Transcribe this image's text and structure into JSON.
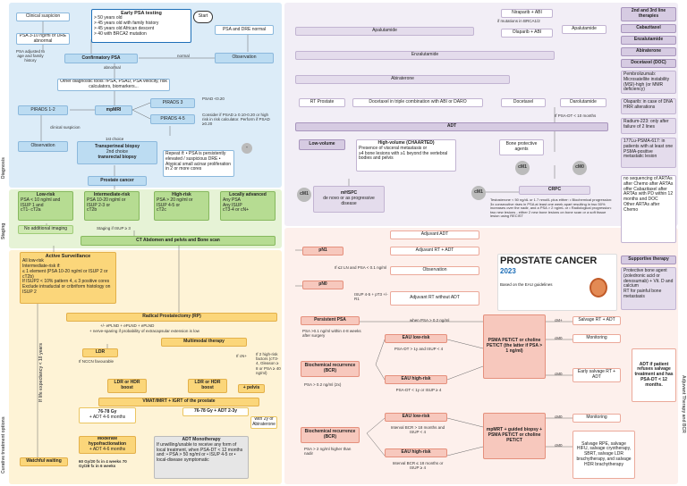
{
  "diagnosis": {
    "section_label": "Diagnosis",
    "clinical_suspicion": "Clinical suspicion",
    "psa_abnormal": "PSA 3-10 ng/ml or DRE abnormal",
    "psa_adjusted": "PSA adjusted to age and family history",
    "early_title": "Early PSA testing",
    "early_items": [
      "> 50 years old",
      "> 45 years old with family history",
      "> 45 years old African descent",
      "> 40 with BRCA2 mutation"
    ],
    "start": "Start",
    "psa_dre_normal": "PSA and DRE normal",
    "confirmatory": "Confirmatory PSA",
    "normal": "normal",
    "abnormal": "abnormal",
    "observation": "Observation",
    "other_tools": "Other diagnostic tools: fPSA, PSAD, PSA velocity, risk calculators, biomarkers...",
    "mpmri": "mpMRI",
    "pirads3": "PIRADS 3",
    "pirads45": "PIRADS 4-5",
    "pirads12": "PIRADS 1-2",
    "psad": "PSAD <0.20",
    "consider": "Consider if PSAD ≥ 0.10-0.20 or high risk in risk calculator. Perform if PSAD ≥0.20",
    "clinical_suspicion2": "clinical suspicion",
    "observation2": "Observation",
    "first_choice": "1st choice",
    "biopsy_title": "Transperineal biopsy",
    "second_choice": "2nd choice",
    "transrectal": "transrectal biopsy",
    "repeat": "Repeat if: • PSA is persistently elevated / suspicious DRE • Atypical small acinar proliferation in 2 or more cores",
    "minus": "-",
    "prostate_cancer": "Prostate cancer"
  },
  "staging": {
    "section_label": "Staging",
    "low_title": "Low-risk",
    "low_items": [
      "PSA < 10 ng/ml and",
      "ISUP 1 and",
      "cT1- cT2a"
    ],
    "int_title": "Intermediate-risk",
    "int_items": [
      "PSA 10-20 ng/ml or",
      "ISUP 2-3 or",
      "cT2b"
    ],
    "high_title": "High-risk",
    "high_items": [
      "PSA > 20 ng/ml or",
      "ISUP 4-5 or",
      "cT2c"
    ],
    "loc_title": "Locally advanced",
    "loc_items": [
      "Any PSA",
      "Any ISUP",
      "cT3-4 or cN+"
    ],
    "no_imaging": "No additional imaging",
    "staging_if": "Staging if ISUP ≥ 3",
    "ct": "CT Abdomen and pelvis and Bone scan"
  },
  "curative": {
    "section_label": "Curative treatment options",
    "life_exp": "If life expectancy < 10 years",
    "as_title": "Active Surveillance",
    "as_items": [
      "All low-risk",
      "Intermediate-risk if:",
      "≤ 1 element (PSA 10-20 ng/ml or ISUP 2 or cT2b)",
      "If ISUP2 < 10% pattern 4, ≤ 3 positive cores",
      "Exclude intraductal or cribriform histology on ISUP 2"
    ],
    "rp": "Radical Prostatectomy (RP)",
    "rp_sub": "+/- ePLND          + ePLND          + ePLND",
    "rp_sub2": "+ nerve-sparing if probability of extracapsular extension is low",
    "multimodal": "Multimodal therapy",
    "ldr": "LDR",
    "ldr_if": "If NCCN favourable",
    "or": "or",
    "ldr_hdr1": "LDR or HDR boost",
    "ldr_hdr2": "LDR or HDR boost",
    "pelvis": "+ pelvis",
    "n_plus": "If cN+",
    "ebrt_note": "If 2 high-risk factors (cT3-4, Gleason ≥ 8 or PSA ≥ 40 ng/ml)",
    "vmat": "VMAT/IMRT + IGRT of the prostate",
    "dose1": "76-78 Gy",
    "dose1_adt": "+ ADT 4-6 months",
    "dose2": "76-78 Gy + ADT 2-3y",
    "with2y": "with 2y of Abiraterone",
    "mod_hypo": "Moderate hypofractionation",
    "mod_adt": "+ ADT 4-6 months",
    "mod_doses": "60 Gy/20 fx in 4 weeks   70 Gy/28 fx in 6 weeks",
    "adt_mono": "ADT Monotherapy",
    "adt_mono_text": "If unwilling/unable to receive any form of local treatment, when PSA-DT < 12 months and: • PSA > 50 ng/ml or • ISUP 4-5 or • local-disease symptomatic",
    "watchful": "Watchful waiting"
  },
  "metastatic": {
    "abiraterone_top": "Apalutamide",
    "enzalutamide": "Enzalutamide",
    "abiraterone": "Abiraterone",
    "rt_prostate": "RT Prostate",
    "doce_triple": "Docetaxel in triple combination with ABI or DARO",
    "adt": "ADT",
    "low_volume": "Low-volume",
    "high_volume": "High-volume (CHAARTED)",
    "hv_items": [
      "Presence of visceral metastasis or",
      "≥4 bone lesions with ≥1 beyond the vertebral bodies and pelvis"
    ],
    "mhspc": "mHSPC",
    "mhspc_sub": "de novo or as progressive disease",
    "cm1": "cM1",
    "cm0": "cM0",
    "crpc": "CRPC",
    "crpc_text": "Testosterone < 50 ng/dL or 1.7 nmol/L plus either: • Biochemical progression: 3x consecutive rises in PSA at least one week apart resulting in two 50% increases over the nadir, and a PSA > 2 ng/mL or • Radiological progression: two new lesions - either 2 new bone lesions on bone scan or a soft tissue lesion using RECIST",
    "bone_agents": "Bone protective agents",
    "niraparib": "Niraparib + ABI",
    "brca": "if mutations in BRCA1/2",
    "olaparib": "Olaparib + ABI",
    "apalutamide_r": "Apalutamide",
    "docetaxel_r": "Docetaxel",
    "daro": "Darolutamide",
    "psadt": "If PSA-DT < 10 months",
    "lines_title": "2nd and 3rd line therapies",
    "cabazitaxel": "Cabazitaxel",
    "enzalutamide2": "Enzalutamide",
    "abiraterone2": "Abiraterone",
    "docetaxel_doc": "Docetaxel (DOC)",
    "pembro": "Pembrolizumab: Microsatellite instability (MSI)-high (or MMR deficiency)",
    "olaparib2": "Olaparib: in case of DNA HRR alterations",
    "radium": "Radium-223: only after failure of 2 lines",
    "lutetium": "177Lu-PSMA-617: in patients with at least one PSMA-positive metastatic lesion",
    "no_seq": [
      "no sequencing of ARTAs",
      "after Chemo after ARTAs",
      "offer Cabazitaxel after ARTAs with PD within 12 months and DOC",
      "Other ARTAs after Chemo"
    ],
    "supportive": "Supportive therapy",
    "supp_items": [
      "Protective bone agent (zoledronic acid or denosumab) + Vit. D and calcium",
      "RT for painful bone metastasis"
    ]
  },
  "adjuvant": {
    "section_label": "Adjuvant Therapy and BCR",
    "pn1": "pN1",
    "pn1_adt": "Adjuvant ADT",
    "pn1_rt": "Adjuvant RT + ADT",
    "pn1_note": "If ≤2 LN and PSA < 0.1 ng/ml",
    "observation": "Observation",
    "pn0": "pN0",
    "isup": "ISUP 4-5 + pT3 +/- R1",
    "adj_rt": "Adjuvant RT without ADT",
    "persistent": "Persistent PSA",
    "persistent_note": "when PSA > 0.2 ng/ml",
    "psa_text": "PSA >0.1 ng/ml within 4-8 weeks after surgery",
    "bcr1": "Biochemical recurrence (BCR)",
    "bcr1_note": "PSA > 0.2 ng/ml (2x)",
    "eau_low1": "EAU low-risk",
    "eau_low1_text": "PSA-DT > 1y and ISUP < 4",
    "eau_high1": "EAU high-risk",
    "eau_high1_text": "PSA-DT < 1y or ISUP ≥ 4",
    "psma": "PSMA PET/CT or choline PET/CT (the latter if PSA > 1 ng/ml)",
    "salvage_rt": "Salvage RT + ADT",
    "monitoring": "Monitoring",
    "early_salvage": "Early salvage RT + ADT",
    "adt_patient": "ADT if patient refuses salvage treatment and has PSA-DT < 12 months.",
    "bcr2": "Biochemical recurrence (BCR)",
    "bcr2_note": "PSA > 2 ng/ml higher than nadir",
    "eau_low2": "EAU low-risk",
    "eau_low2_text": "Interval BCR > 18 months and ISUP < 4",
    "eau_high2": "EAU high-risk",
    "eau_high2_text": "Interval BCR ≤ 18 months or ISUP ≥ 4",
    "mpmrt": "mpMRT + guided biopsy + PSMA PET/CT or choline PET/CT",
    "monitoring2": "Monitoring",
    "salvage_list": "Salvage RPE, salvage HIFU, salvage cryotherapy, SBRT, salvage LDR brachytherapy, and salvage HDR brachytherapy",
    "cm_plus": "cM+",
    "cm0_small": "cM0"
  },
  "title": {
    "main": "PROSTATE CANCER",
    "year": "2023",
    "based": "Based on the EAU guidelines"
  },
  "colors": {
    "blue": "#bcdcf2",
    "green": "#cfe9b2",
    "yellow": "#fde7a4",
    "purple": "#e4dcec",
    "pink": "#fad9d2",
    "brand": "#1e6fb8"
  }
}
